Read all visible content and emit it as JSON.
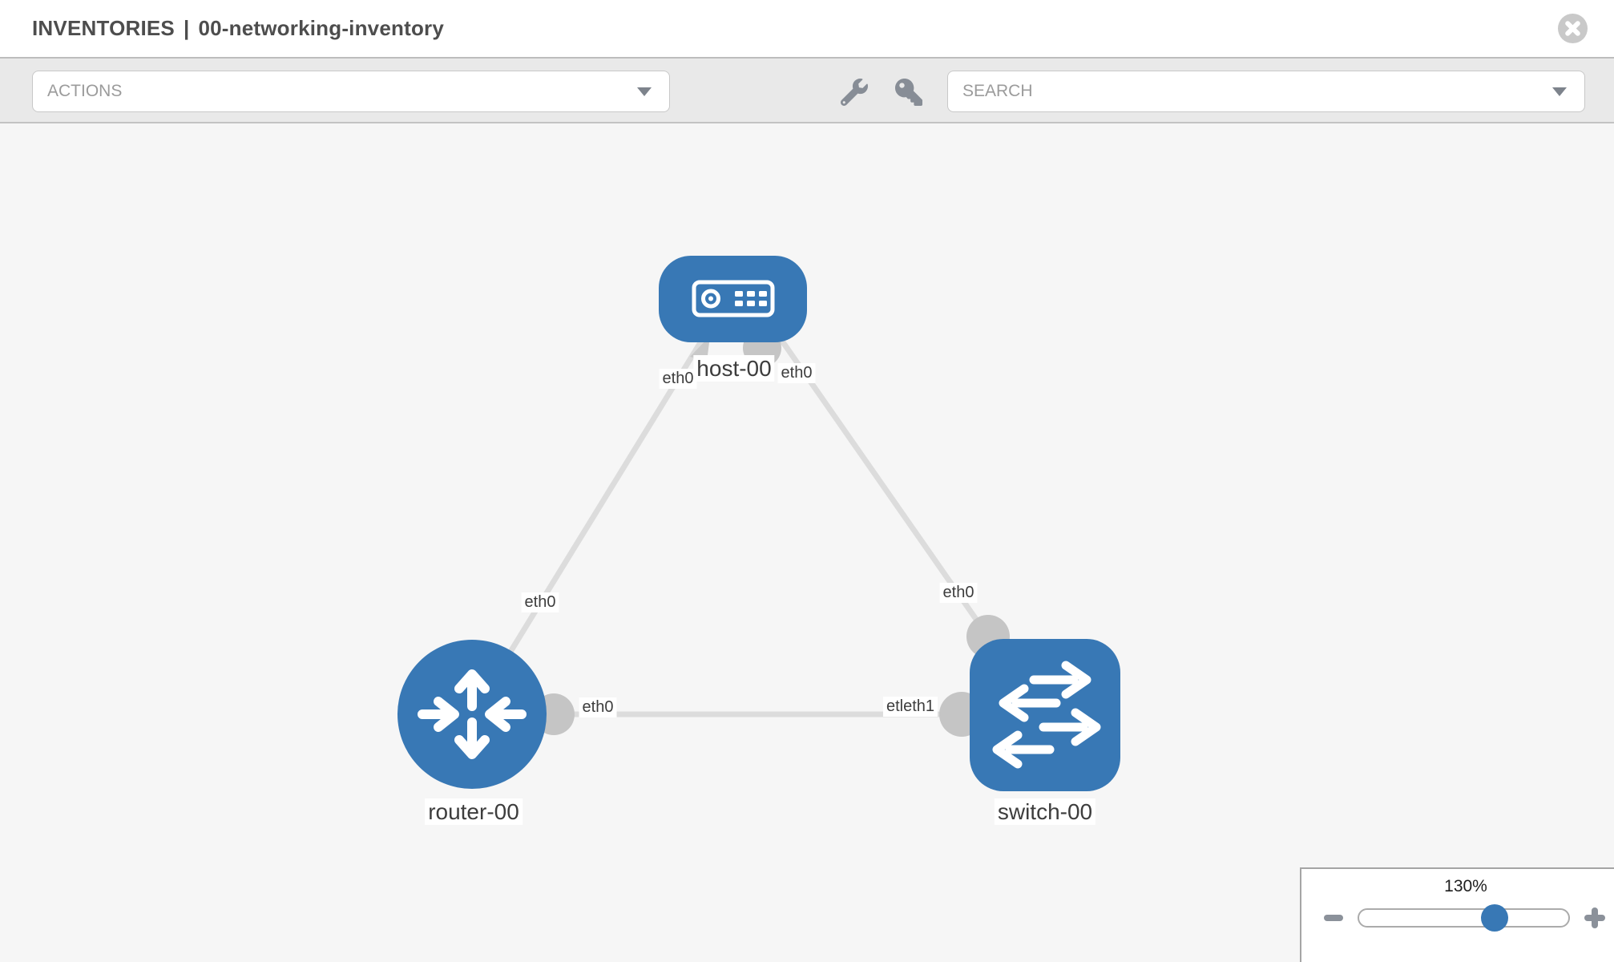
{
  "header": {
    "title_prefix": "INVENTORIES",
    "title_divider": "|",
    "inventory_name": "00-networking-inventory",
    "close_icon": "x-circle-icon"
  },
  "toolbar": {
    "actions_dropdown": {
      "value": "ACTIONS"
    },
    "search_dropdown": {
      "value": "SEARCH"
    },
    "tool_icons": [
      "wrench-icon",
      "key-icon"
    ]
  },
  "topology": {
    "nodes": [
      {
        "id": "host-00",
        "type": "host",
        "label": "host-00",
        "icon": "server-icon"
      },
      {
        "id": "router-00",
        "type": "router",
        "label": "router-00",
        "icon": "router-arrows-icon"
      },
      {
        "id": "switch-00",
        "type": "switch",
        "label": "switch-00",
        "icon": "switch-arrows-icon"
      }
    ],
    "links": [
      {
        "from": "router-00",
        "to": "host-00",
        "from_interface": "eth0",
        "to_interface": "eth0"
      },
      {
        "from": "switch-00",
        "to": "host-00",
        "from_interface": "eth0",
        "to_interface": "eth0"
      },
      {
        "from": "router-00",
        "to": "switch-00",
        "from_interface": "eth0",
        "to_interface": "etleth1"
      }
    ],
    "interface_labels": [
      {
        "link": "router-00/host-00",
        "near": "host-00",
        "text": "eth0"
      },
      {
        "link": "switch-00/host-00",
        "near": "host-00",
        "text": "eth0"
      },
      {
        "link": "router-00/host-00",
        "near": "router-00",
        "text": "eth0"
      },
      {
        "link": "switch-00/host-00",
        "near": "switch-00",
        "text": "eth0"
      },
      {
        "link": "router-00/switch-00",
        "near": "router-00",
        "text": "eth0"
      },
      {
        "link": "router-00/switch-00",
        "near": "switch-00",
        "text": "etleth1"
      }
    ]
  },
  "zoom_control": {
    "level": "130%",
    "minus_icon": "minus-icon",
    "plus_icon": "plus-icon",
    "slider_handle_icon": "slider-handle"
  },
  "colors": {
    "node_blue": "#3878b5",
    "link_gray": "#dcdcdc",
    "endpoint_gray": "#c5c5c5",
    "toolbar_bg": "#e9e9e9",
    "canvas_bg": "#f6f6f6",
    "title_text": "#4d4d4d",
    "placeholder_text": "#9b9b9b"
  }
}
